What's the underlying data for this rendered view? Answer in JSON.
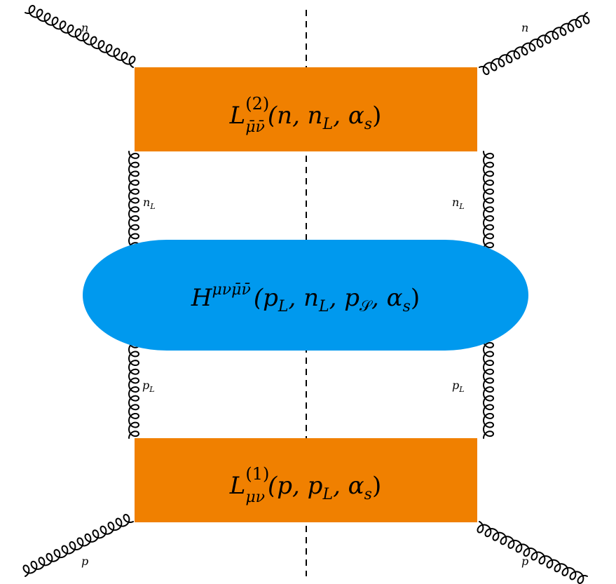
{
  "colors": {
    "soft_box": "#F08000",
    "hard_blob": "#0099EE",
    "line": "#000000"
  },
  "soft_upper": {
    "symbol": "L",
    "superscript": "(2)",
    "subscript": "μ̄ν̄",
    "args": "(n, n",
    "args_sub": "L",
    "args_tail": ", α",
    "args_tail_sub": "s",
    "close": ")"
  },
  "soft_lower": {
    "symbol": "L",
    "superscript": "(1)",
    "subscript": "μν",
    "args": "(p, p",
    "args_sub": "L",
    "args_tail": ", α",
    "args_tail_sub": "s",
    "close": ")"
  },
  "hard": {
    "symbol": "H",
    "superscript": "μνμ̄ν̄",
    "args": "(p",
    "sub1": "L",
    "mid1": ", n",
    "sub2": "L",
    "mid2": ", p",
    "sub3": "𝒮",
    "mid3": ", α",
    "sub4": "s",
    "close": ")"
  },
  "labels": {
    "n": "n",
    "n_L_main": "n",
    "n_L_sub": "L",
    "p_L_main": "p",
    "p_L_sub": "L",
    "p": "p"
  },
  "icons": {
    "gluon": "gluon-coil",
    "cut": "dashed-cut-line"
  }
}
